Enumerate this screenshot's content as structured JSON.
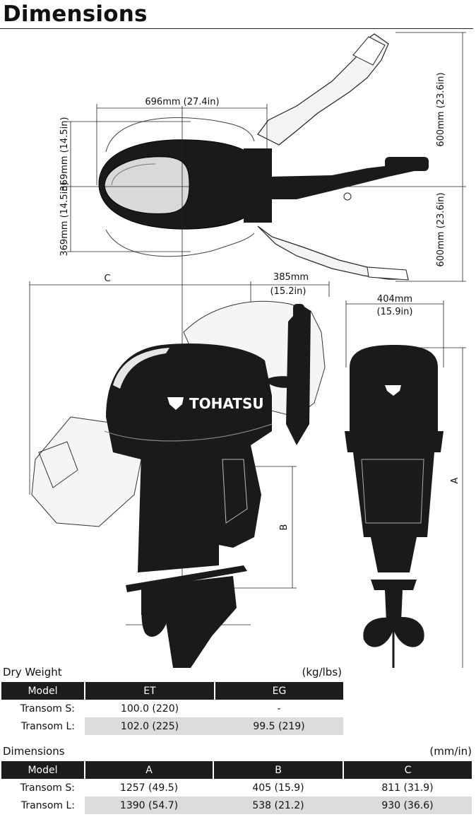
{
  "page_title": "Dimensions",
  "dimension_labels": {
    "width_top": "696mm (27.4in)",
    "half_width_upper": "369mm (14.5in)",
    "half_width_lower": "369mm (14.5in)",
    "tiller_upper": "600mm (23.6in)",
    "tiller_lower": "600mm (23.6in)",
    "length_c": "C",
    "tiller_reach": "385mm",
    "tiller_reach_in": "(15.2in)",
    "rear_width": "404mm",
    "rear_width_in": "(15.9in)",
    "height_a": "A",
    "height_b": "B"
  },
  "brand": "TOHATSU",
  "colors": {
    "header_bg": "#1c1c1c",
    "shade_row": "#dcdcdc",
    "engine": "#1a1a1a"
  },
  "dry_weight": {
    "title": "Dry Weight",
    "units": "(kg/lbs)",
    "headers": [
      "Model",
      "ET",
      "EG"
    ],
    "rows": [
      [
        "Transom S:",
        "100.0 (220)",
        "-"
      ],
      [
        "Transom L:",
        "102.0 (225)",
        "99.5 (219)"
      ]
    ]
  },
  "dimensions": {
    "title": "Dimensions",
    "units": "(mm/in)",
    "headers": [
      "Model",
      "A",
      "B",
      "C"
    ],
    "rows": [
      [
        "Transom S:",
        "1257 (49.5)",
        "405 (15.9)",
        "811 (31.9)"
      ],
      [
        "Transom L:",
        "1390 (54.7)",
        "538 (21.2)",
        "930 (36.6)"
      ]
    ]
  }
}
